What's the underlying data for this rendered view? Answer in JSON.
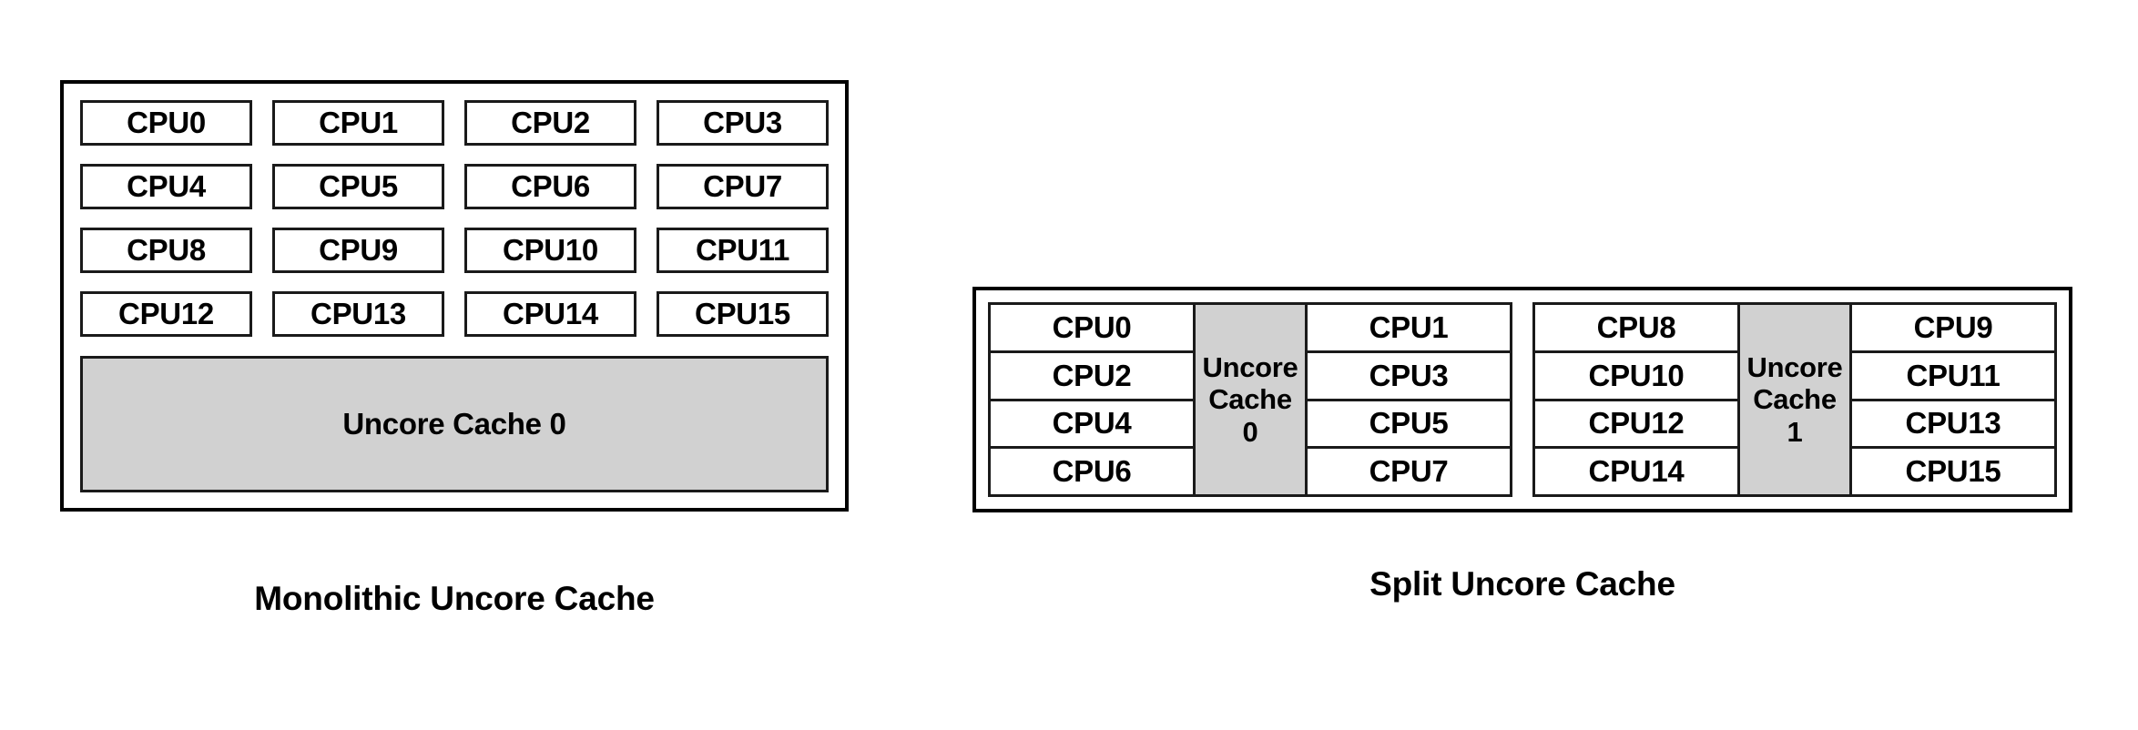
{
  "figures": [
    {
      "id": "monolithic",
      "caption": "Monolithic Uncore Cache",
      "cpus": [
        "CPU0",
        "CPU1",
        "CPU2",
        "CPU3",
        "CPU4",
        "CPU5",
        "CPU6",
        "CPU7",
        "CPU8",
        "CPU9",
        "CPU10",
        "CPU11",
        "CPU12",
        "CPU13",
        "CPU14",
        "CPU15"
      ],
      "cache_label": "Uncore Cache 0"
    },
    {
      "id": "split",
      "caption": "Split Uncore Cache",
      "clusters": [
        {
          "left_cpus": [
            "CPU0",
            "CPU2",
            "CPU4",
            "CPU6"
          ],
          "cache": {
            "line1": "Uncore",
            "line2": "Cache",
            "line3": "0"
          },
          "right_cpus": [
            "CPU1",
            "CPU3",
            "CPU5",
            "CPU7"
          ]
        },
        {
          "left_cpus": [
            "CPU8",
            "CPU10",
            "CPU12",
            "CPU14"
          ],
          "cache": {
            "line1": "Uncore",
            "line2": "Cache",
            "line3": "1"
          },
          "right_cpus": [
            "CPU9",
            "CPU11",
            "CPU13",
            "CPU15"
          ]
        }
      ]
    }
  ],
  "colors": {
    "cache_fill": "#d1d1d1",
    "border": "#000000",
    "cell_border": "#1a1a1a",
    "background": "#ffffff",
    "text": "#000000"
  }
}
